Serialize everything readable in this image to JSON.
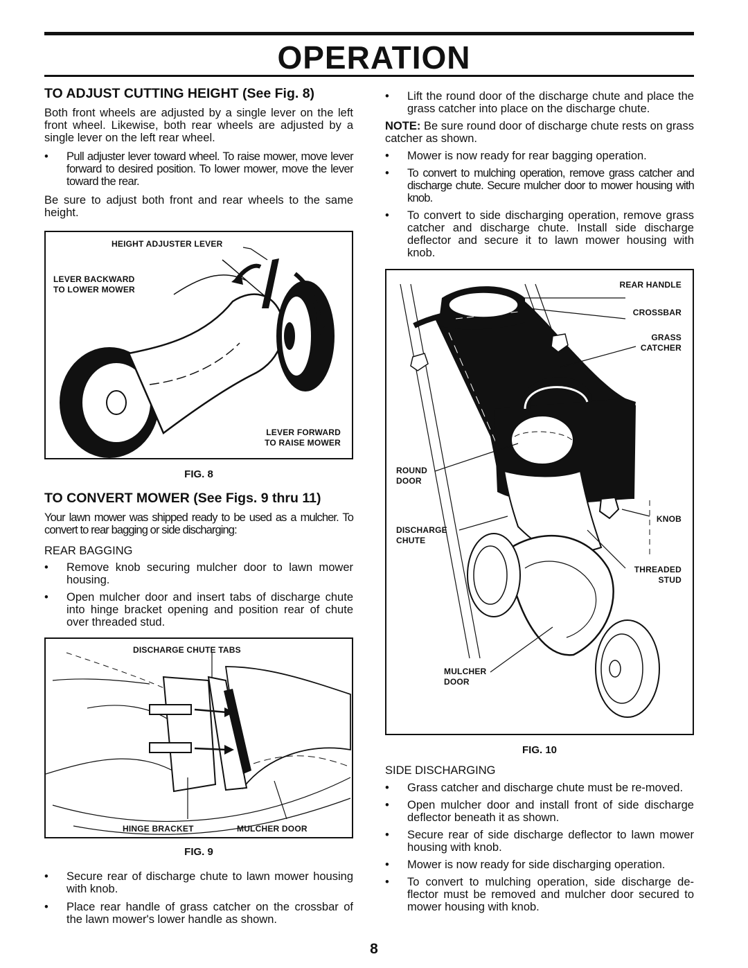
{
  "header": {
    "title": "OPERATION"
  },
  "left": {
    "section1": {
      "heading": "TO ADJUST CUTTING HEIGHT (See Fig. 8)",
      "p1": "Both front wheels are adjusted by a single lever on the left front wheel. Likewise, both rear wheels are adjusted by a single lever on the left rear wheel.",
      "b1": "Pull adjuster lever toward wheel. To raise mower, move lever forward to desired position. To lower mower, move the lever toward the rear.",
      "p2": "Be sure to adjust both front and rear wheels to the same height."
    },
    "fig8": {
      "label_lever": "HEIGHT ADJUSTER LEVER",
      "label_back_1": "LEVER BACKWARD",
      "label_back_2": "TO LOWER MOWER",
      "label_fwd_1": "LEVER FORWARD",
      "label_fwd_2": "TO RAISE MOWER",
      "caption": "FIG. 8"
    },
    "section2": {
      "heading": "TO CONVERT MOWER (See Figs. 9 thru 11)",
      "p1": "Your lawn mower was shipped ready to be used as a mulcher. To convert to rear bagging or side discharging:",
      "subhead": "REAR BAGGING",
      "b1": "Remove knob securing mulcher door to lawn mower housing.",
      "b2": "Open mulcher door and insert tabs of discharge chute into hinge bracket opening and position rear of chute over threaded stud."
    },
    "fig9": {
      "label_tabs": "DISCHARGE CHUTE TABS",
      "label_hinge": "HINGE BRACKET",
      "label_door": "MULCHER DOOR",
      "caption": "FIG. 9"
    },
    "after9": {
      "b1": "Secure rear of discharge chute to lawn mower housing with knob.",
      "b2": "Place rear handle of grass catcher on the crossbar of the lawn mower's lower handle as shown."
    }
  },
  "right": {
    "top": {
      "b1": "Lift the round door of the discharge chute and place the grass catcher into place on the discharge chute.",
      "note_label": "NOTE:",
      "note_text": " Be sure round door of discharge chute rests on grass catcher as shown.",
      "b2": "Mower is now ready for rear bagging operation.",
      "b3": "To convert to mulching operation, remove grass catcher and discharge chute. Secure mulcher door to mower housing with knob.",
      "b4": "To convert to side discharging operation, remove grass catcher and discharge chute. Install side discharge deflector and secure it to lawn mower housing with knob."
    },
    "fig10": {
      "label_rear_handle": "REAR HANDLE",
      "label_crossbar": "CROSSBAR",
      "label_grass_1": "GRASS",
      "label_grass_2": "CATCHER",
      "label_round_1": "ROUND",
      "label_round_2": "DOOR",
      "label_knob": "KNOB",
      "label_chute_1": "DISCHARGE",
      "label_chute_2": "CHUTE",
      "label_stud_1": "THREADED",
      "label_stud_2": "STUD",
      "label_mulcher_1": "MULCHER",
      "label_mulcher_2": "DOOR",
      "caption": "FIG. 10"
    },
    "side": {
      "subhead": "SIDE DISCHARGING",
      "b1": "Grass catcher and discharge chute must be re-moved.",
      "b2": "Open mulcher door and install front of side discharge deflector beneath it as shown.",
      "b3": "Secure rear of side discharge deflector to lawn mower housing with knob.",
      "b4": "Mower is now ready for side discharging operation.",
      "b5": "To convert to mulching operation, side discharge de-flector must be removed and mulcher door secured to mower housing with knob."
    }
  },
  "page_number": "8"
}
